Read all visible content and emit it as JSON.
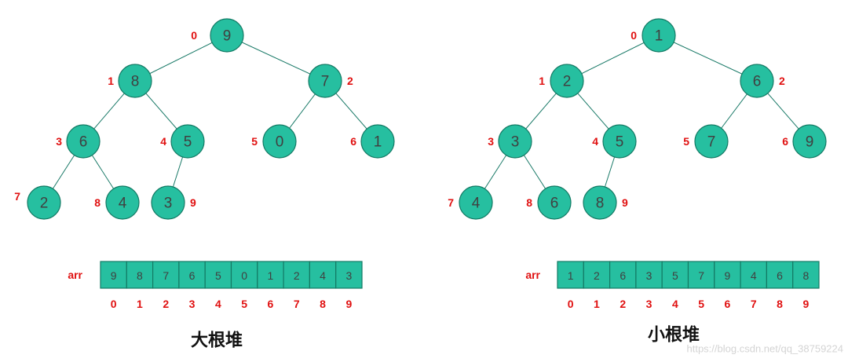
{
  "colors": {
    "node_fill": "#26bfa0",
    "node_stroke": "#137a64",
    "index_label": "#e01010",
    "value_text": "#404040"
  },
  "heaps": [
    {
      "title": "大根堆",
      "arr_label": "arr",
      "values": [
        "9",
        "8",
        "7",
        "6",
        "5",
        "0",
        "1",
        "2",
        "4",
        "3"
      ],
      "indices": [
        "0",
        "1",
        "2",
        "3",
        "4",
        "5",
        "6",
        "7",
        "8",
        "9"
      ]
    },
    {
      "title": "小根堆",
      "arr_label": "arr",
      "values": [
        "1",
        "2",
        "6",
        "3",
        "5",
        "7",
        "9",
        "4",
        "6",
        "8"
      ],
      "indices": [
        "0",
        "1",
        "2",
        "3",
        "4",
        "5",
        "6",
        "7",
        "8",
        "9"
      ]
    }
  ],
  "watermark": "https://blog.csdn.net/qq_38759224"
}
